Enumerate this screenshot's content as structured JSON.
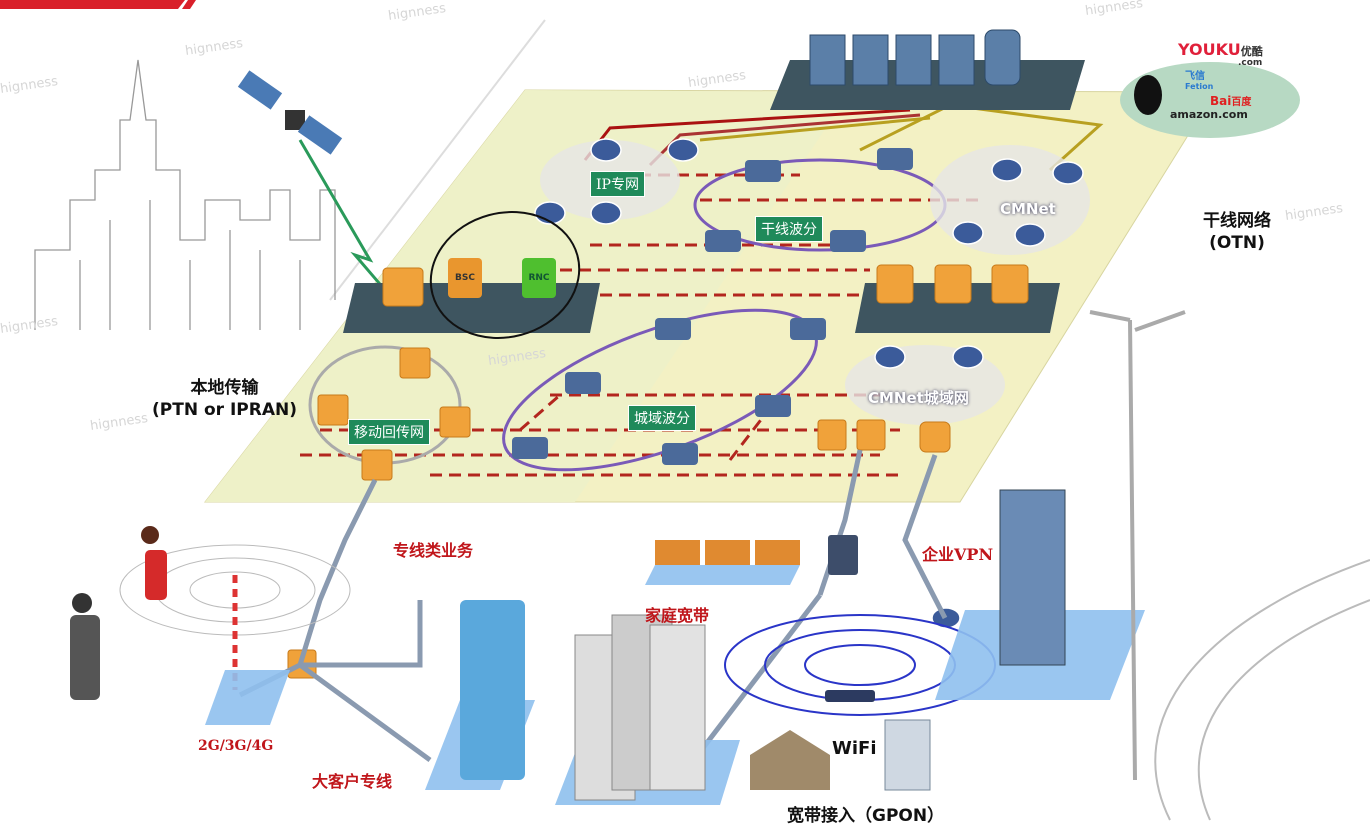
{
  "labels": {
    "otn_title": "干线网络",
    "otn_sub": "(OTN)",
    "local_title": "本地传输",
    "local_sub": "(PTN or IPRAN)",
    "ip_private": "IP专网",
    "backbone_wdm": "干线波分",
    "cmnet": "CMNet",
    "cmnet_metro": "CMNet城域网",
    "metro_wdm": "城域波分",
    "mobile_backhaul": "移动回传网",
    "leased_line_services": "专线类业务",
    "enterprise_vpn": "企业VPN",
    "home_broadband": "家庭宽带",
    "mobile_gen": "2G/3G/4G",
    "enterprise_line": "大客户专线",
    "gpon_access": "宽带接入（GPON）",
    "bsc": "BSC",
    "rnc": "RNC",
    "wifi": "WiFi"
  },
  "logos": {
    "youku": "YOUKU",
    "youku_cn": "优酷",
    "youku_com": ".com",
    "fetion_cn": "飞信",
    "fetion": "Fetion",
    "baidu": "Bai",
    "baidu_cn": "百度",
    "amazon": "amazon.com"
  },
  "watermark": "hignness",
  "colors": {
    "plane": "#f3f1c4",
    "plane_left": "#e9efc6",
    "platform": "#3e5560",
    "router": "#3b5b9a",
    "orange": "#f0a23a",
    "red_link": "#b3261e",
    "accent_bar": "#d9202a"
  }
}
